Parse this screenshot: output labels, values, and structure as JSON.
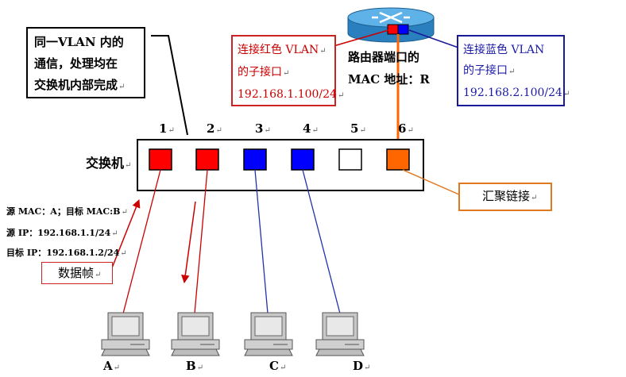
{
  "colors": {
    "red_vlan": "#ff0000",
    "blue_vlan": "#0000ff",
    "trunk_orange": "#ff6600",
    "router_body": "#2a7fbf",
    "router_top": "#5fb2e8",
    "link_red": "#cc0000",
    "link_blue": "#2233aa",
    "note_red_border": "#cc2222",
    "note_blue_border": "#1a1a99",
    "note_orange_border": "#e07820"
  },
  "note_vlan": {
    "lines": [
      "同一VLAN 内的",
      "通信，处理均在",
      "交换机内部完成"
    ]
  },
  "router": {
    "label_lines": [
      "路由器端口的",
      "MAC 地址：R"
    ]
  },
  "red_subif": {
    "lines": [
      "连接红色 VLAN",
      "的子接口",
      "192.168.1.100/24"
    ]
  },
  "blue_subif": {
    "lines": [
      "连接蓝色 VLAN",
      "的子接口",
      "192.168.2.100/24"
    ]
  },
  "switch": {
    "label": "交换机",
    "ports": [
      {
        "number": "1",
        "color": "#ff0000"
      },
      {
        "number": "2",
        "color": "#ff0000"
      },
      {
        "number": "3",
        "color": "#0000ff"
      },
      {
        "number": "4",
        "color": "#0000ff"
      },
      {
        "number": "5",
        "color": "#ffffff"
      },
      {
        "number": "6",
        "color": "#ff6600"
      }
    ]
  },
  "trunk": {
    "label": "汇聚链接"
  },
  "frame": {
    "lines": [
      "源 MAC：A；目标 MAC:B",
      "源 IP：192.168.1.1/24",
      "目标 IP：192.168.1.2/24"
    ],
    "label": "数据帧"
  },
  "hosts": [
    {
      "label": "A"
    },
    {
      "label": "B"
    },
    {
      "label": "C"
    },
    {
      "label": "D"
    }
  ],
  "return_mark": "↵"
}
